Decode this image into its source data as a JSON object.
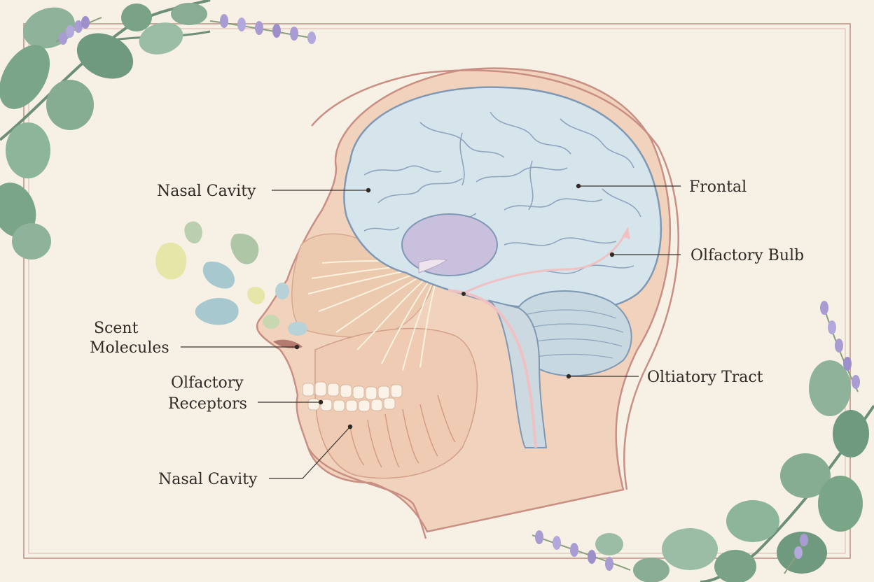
{
  "diagram": {
    "labels": {
      "nasal_cavity_top": "Nasal Cavity",
      "frontal": "Frontal",
      "olfactory_bulb": "Olfactory Bulb",
      "scent_line1": "Scent",
      "scent_line2": "Molecules",
      "receptors_line1": "Olfactory",
      "receptors_line2": "Receptors",
      "olfactory_tract": "Oltiatory Tract",
      "nasal_cavity_bottom": "Nasal Cavity"
    },
    "colors": {
      "background": "#f6f1e4",
      "frame": "#c9a79a",
      "head_skin": "#f1d3bd",
      "head_outline": "#c98f84",
      "brain": "#d6e4ec",
      "brain_outline": "#7f98b3",
      "olfactory_bulb": "#c9c0de",
      "cerebellum": "#c8d8e0",
      "eucalyptus": "#7fa58a",
      "lavender": "#a89cd2"
    }
  }
}
